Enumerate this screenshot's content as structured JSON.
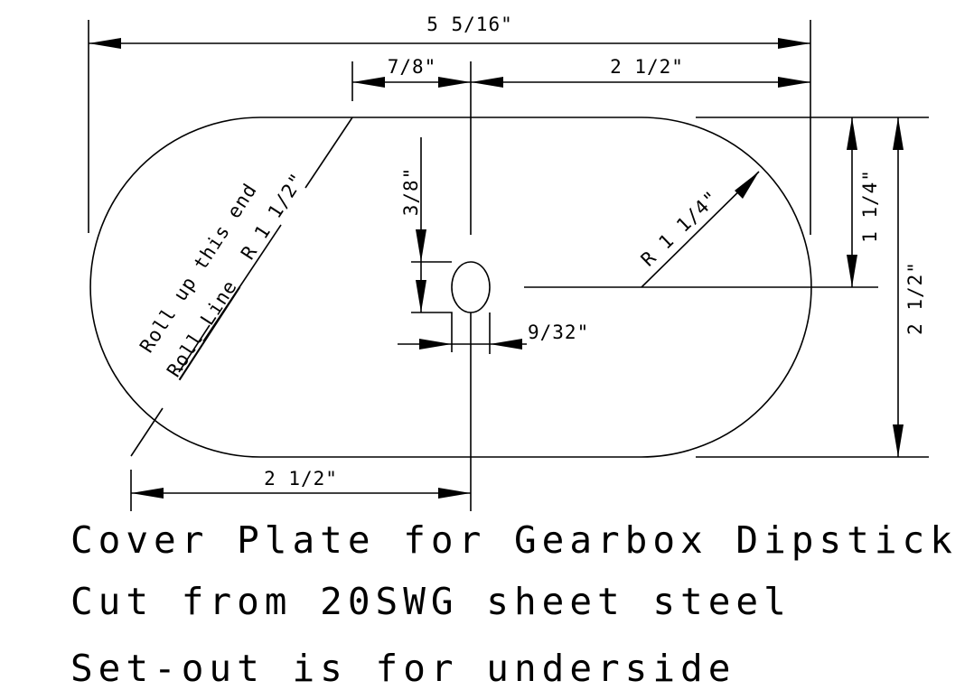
{
  "dimensions": {
    "overall_length": "5 5/16\"",
    "hole_offset": "7/8\"",
    "center_to_end": "2 1/2\"",
    "hole_top": "3/8\"",
    "hole_width": "9/32\"",
    "radius": "R 1 1/4\"",
    "half_height": "1 1/4\"",
    "overall_height": "2 1/2\"",
    "bottom_length": "2 1/2\""
  },
  "notes": {
    "roll_up": "Roll up this end",
    "roll_line": "Roll Line",
    "roll_radius": "R 1 1/2\""
  },
  "captions": {
    "line1": "Cover Plate for Gearbox Dipstick",
    "line2": "Cut from 20SWG sheet steel",
    "line3": "Set-out is for underside"
  }
}
